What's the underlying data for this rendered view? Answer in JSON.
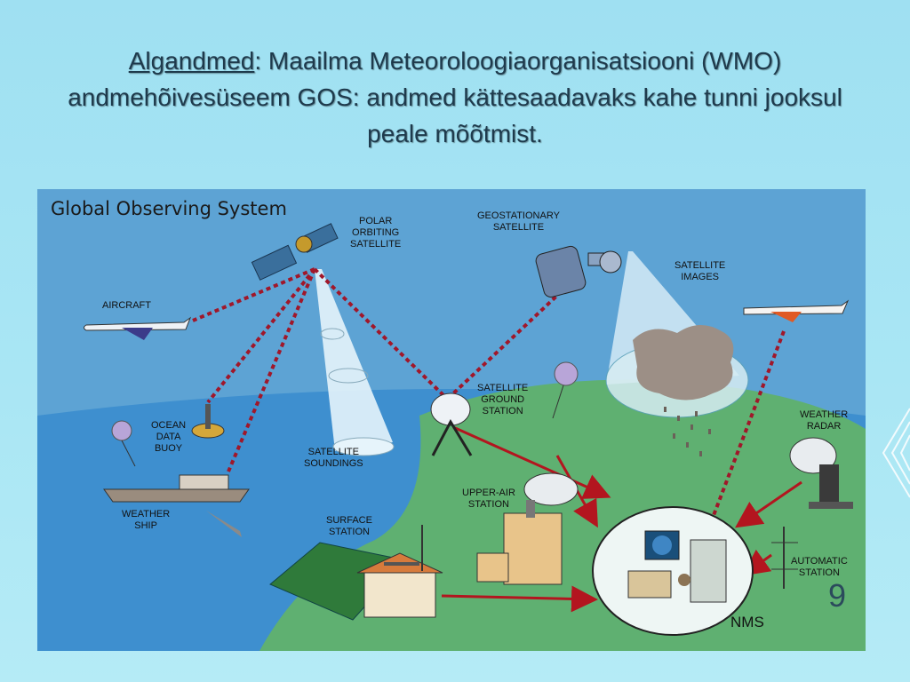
{
  "slide": {
    "title_lead": "Algandmed",
    "title_rest": ": Maailma Meteoroloogiaorganisatsiooni (WMO) andmehõivesüseem GOS: andmed kättesaadavaks kahe tunni jooksul peale mõõtmist.",
    "page_number": "9"
  },
  "figure": {
    "title": "Global Observing System",
    "labels": {
      "polar": "POLAR\nORBITING\nSATELLITE",
      "geo": "GEOSTATIONARY\nSATELLITE",
      "aircraft": "AIRCRAFT",
      "images": "SATELLITE\nIMAGES",
      "ground": "SATELLITE\nGROUND\nSTATION",
      "buoy": "OCEAN\nDATA\nBUOY",
      "soundings": "SATELLITE\nSOUNDINGS",
      "radar": "WEATHER\nRADAR",
      "upper": "UPPER-AIR\nSTATION",
      "surface": "SURFACE\nSTATION",
      "ship": "WEATHER\nSHIP",
      "auto": "AUTOMATIC\nSTATION",
      "nms": "NMS"
    }
  },
  "colors": {
    "sky": "#5da3d4",
    "ocean": "#3e8fcf",
    "land": "#5fb071",
    "link": "#a0172a",
    "arrow": "#b3151f",
    "beam": "#e6f4fb"
  }
}
